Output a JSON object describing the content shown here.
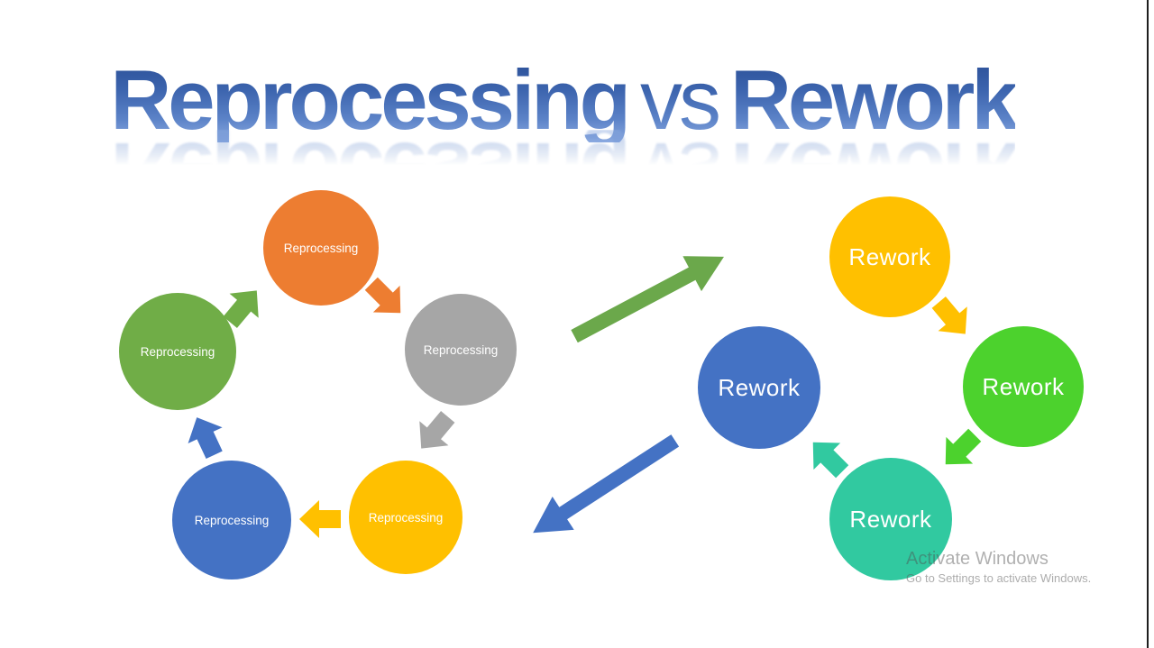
{
  "slide": {
    "title": {
      "part1": "Reprocessing",
      "part2": "vs",
      "part3": "Rework",
      "gradient_top_color": "#2B4F96",
      "gradient_bottom_color": "#8AA9E0",
      "has_reflection": true
    },
    "left_cycle": {
      "circles": [
        {
          "label": "Reprocessing",
          "color": "#ED7D31",
          "position": "top"
        },
        {
          "label": "Reprocessing",
          "color": "#A6A6A6",
          "position": "right"
        },
        {
          "label": "Reprocessing",
          "color": "#FFC000",
          "position": "bottom-right"
        },
        {
          "label": "Reprocessing",
          "color": "#4472C4",
          "position": "bottom-left"
        },
        {
          "label": "Reprocessing",
          "color": "#70AD47",
          "position": "left"
        }
      ],
      "arrows": [
        {
          "name": "green-to-orange",
          "color": "#70AD47",
          "direction": "up-right"
        },
        {
          "name": "orange-to-gray",
          "color": "#ED7D31",
          "direction": "down-right"
        },
        {
          "name": "gray-to-yellow",
          "color": "#A6A6A6",
          "direction": "down-left"
        },
        {
          "name": "yellow-to-blue",
          "color": "#FFC000",
          "direction": "left"
        },
        {
          "name": "blue-to-green",
          "color": "#4472C4",
          "direction": "up-left"
        }
      ]
    },
    "right_cycle": {
      "circles": [
        {
          "label": "Rework",
          "color": "#FFC000",
          "position": "top"
        },
        {
          "label": "Rework",
          "color": "#4CD22D",
          "position": "right"
        },
        {
          "label": "Rework",
          "color": "#31C9A0",
          "position": "bottom"
        },
        {
          "label": "Rework",
          "color": "#4472C4",
          "position": "left"
        }
      ],
      "arrows": [
        {
          "name": "yellow-to-lime",
          "color": "#FFC000",
          "direction": "down-right"
        },
        {
          "name": "lime-to-teal",
          "color": "#4CD22D",
          "direction": "down-left"
        },
        {
          "name": "teal-to-blue",
          "color": "#31C9A0",
          "direction": "up-left"
        }
      ]
    },
    "connector_arrows": [
      {
        "name": "left-to-right",
        "color": "#6BA84B",
        "direction": "up-right"
      },
      {
        "name": "right-to-left",
        "color": "#4472C4",
        "direction": "down-left"
      }
    ],
    "watermark": {
      "line1": "Activate Windows",
      "line2": "Go to Settings to activate Windows."
    }
  }
}
